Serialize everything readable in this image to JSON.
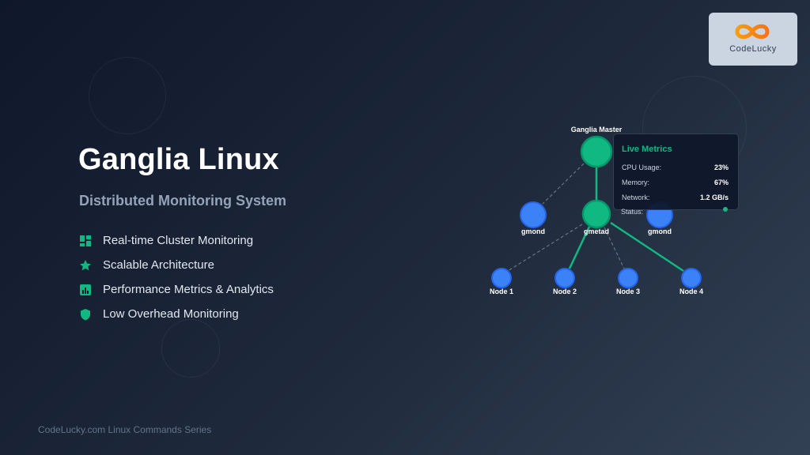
{
  "title": "Ganglia Linux",
  "subtitle": "Distributed Monitoring System",
  "features": [
    {
      "icon": "dashboard-icon",
      "label": "Real-time Cluster Monitoring"
    },
    {
      "icon": "star-icon",
      "label": "Scalable Architecture"
    },
    {
      "icon": "bar-chart-icon",
      "label": "Performance Metrics & Analytics"
    },
    {
      "icon": "shield-icon",
      "label": "Low Overhead Monitoring"
    }
  ],
  "footer": "CodeLucky.com Linux Commands Series",
  "logo": {
    "text": "CodeLucky"
  },
  "diagram": {
    "master": "Ganglia Master",
    "gmond_left": "gmond",
    "gmetad": "gmetad",
    "gmond_right": "gmond",
    "nodes": [
      "Node 1",
      "Node 2",
      "Node 3",
      "Node 4"
    ]
  },
  "metrics": {
    "title": "Live Metrics",
    "rows": [
      {
        "label": "CPU Usage:",
        "value": "23%"
      },
      {
        "label": "Memory:",
        "value": "67%"
      },
      {
        "label": "Network:",
        "value": "1.2 GB/s"
      }
    ],
    "status_label": "Status:"
  },
  "colors": {
    "accent": "#10b981",
    "node_blue": "#3b82f6",
    "subtitle": "#94a3b8"
  }
}
